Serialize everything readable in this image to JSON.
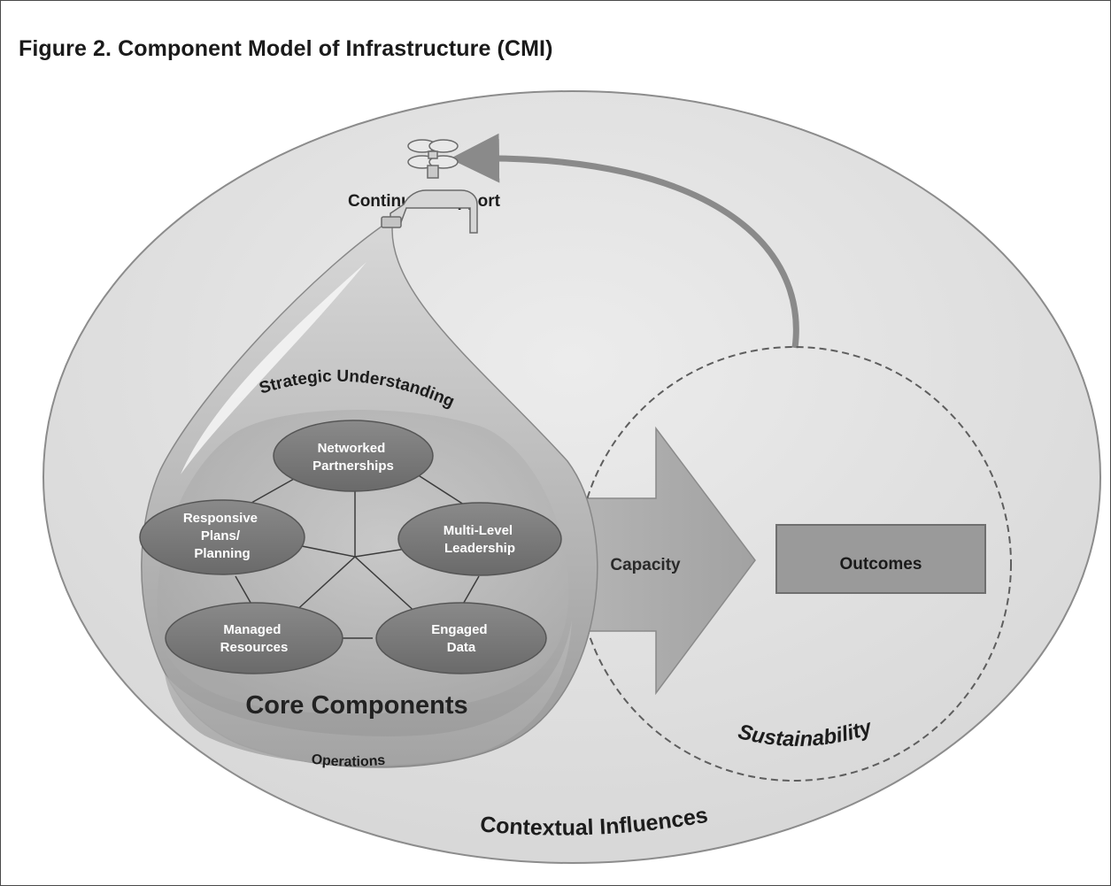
{
  "figure": {
    "title": "Figure 2. Component Model of Infrastructure (CMI)"
  },
  "diagram": {
    "continued_support": "Continued Support",
    "strategic_understanding": "Strategic Understanding",
    "nodes": {
      "networked": [
        "Networked",
        "Partnerships"
      ],
      "responsive": [
        "Responsive",
        "Plans/",
        "Planning"
      ],
      "multilevel": [
        "Multi-Level",
        "Leadership"
      ],
      "managed": [
        "Managed",
        "Resources"
      ],
      "engaged": [
        "Engaged",
        "Data"
      ]
    },
    "core_components": "Core Components",
    "operations": "Operations",
    "capacity": "Capacity",
    "outcomes": "Outcomes",
    "sustainability": "Sustainability",
    "contextual_influences": "Contextual Influences"
  }
}
